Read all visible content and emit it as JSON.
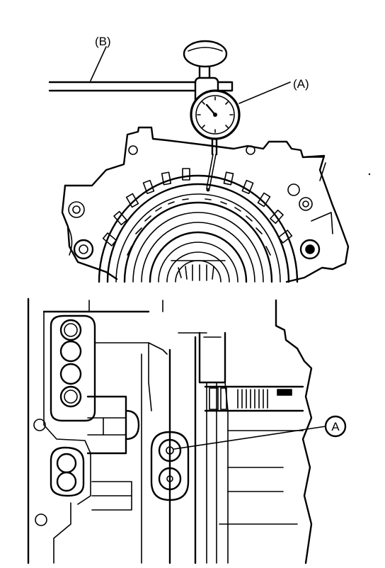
{
  "figure_top": {
    "callout_b": "(B)",
    "callout_a": "(A)"
  },
  "figure_bottom": {
    "callout_a": "A"
  },
  "colors": {
    "ink": "#000000",
    "paper": "#ffffff"
  }
}
